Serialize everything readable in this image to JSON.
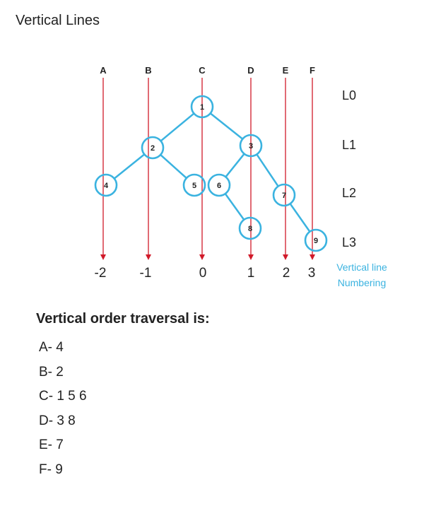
{
  "title": "Vertical Lines",
  "vertical_lines": [
    {
      "label": "A",
      "number": "-2"
    },
    {
      "label": "B",
      "number": "-1"
    },
    {
      "label": "C",
      "number": "0"
    },
    {
      "label": "D",
      "number": "1"
    },
    {
      "label": "E",
      "number": "2"
    },
    {
      "label": "F",
      "number": "3"
    }
  ],
  "levels": [
    "L0",
    "L1",
    "L2",
    "L3"
  ],
  "nodes": [
    "1",
    "2",
    "3",
    "4",
    "5",
    "6",
    "7",
    "8",
    "9"
  ],
  "numbering_caption": [
    "Vertical line",
    "Numbering"
  ],
  "traversal_heading": "Vertical order traversal is:",
  "traversal": [
    "A- 4",
    "B- 2",
    "C- 1 5 6",
    "D- 3 8",
    "E- 7",
    "F- 9"
  ],
  "colors": {
    "line": "#d11a2a",
    "node": "#3bb3e0",
    "text": "#222222",
    "caption": "#3bb3e0"
  }
}
